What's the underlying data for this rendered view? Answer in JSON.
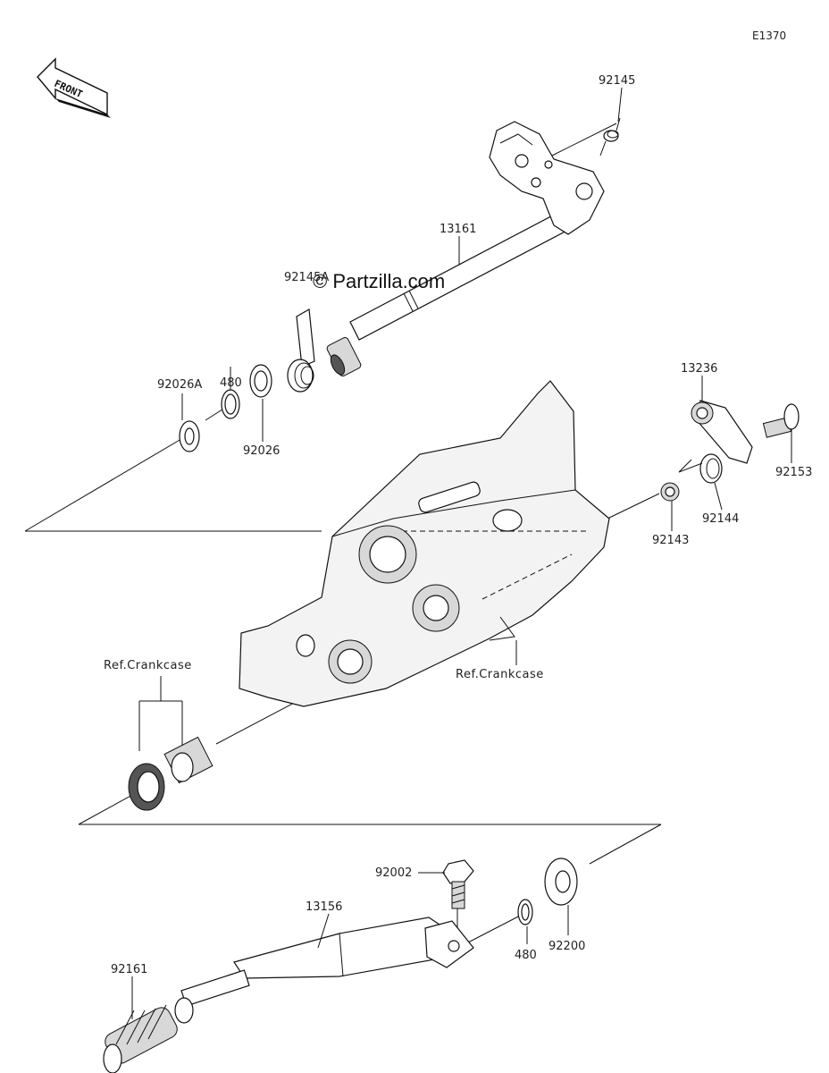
{
  "diagram_code": "E1370",
  "watermark": "© Partzilla.com",
  "front_label": "FRONT",
  "parts": [
    {
      "id": "p-92145",
      "label": "92145"
    },
    {
      "id": "p-13161",
      "label": "13161"
    },
    {
      "id": "p-92145a",
      "label": "92145A"
    },
    {
      "id": "p-480-top",
      "label": "480"
    },
    {
      "id": "p-92026a",
      "label": "92026A"
    },
    {
      "id": "p-92026",
      "label": "92026"
    },
    {
      "id": "p-13236",
      "label": "13236"
    },
    {
      "id": "p-92153",
      "label": "92153"
    },
    {
      "id": "p-92144",
      "label": "92144"
    },
    {
      "id": "p-92143",
      "label": "92143"
    },
    {
      "id": "p-ref-crankcase-left",
      "label": "Ref.Crankcase"
    },
    {
      "id": "p-ref-crankcase-right",
      "label": "Ref.Crankcase"
    },
    {
      "id": "p-92002",
      "label": "92002"
    },
    {
      "id": "p-13156",
      "label": "13156"
    },
    {
      "id": "p-480-bottom",
      "label": "480"
    },
    {
      "id": "p-92200",
      "label": "92200"
    },
    {
      "id": "p-92161",
      "label": "92161"
    }
  ]
}
